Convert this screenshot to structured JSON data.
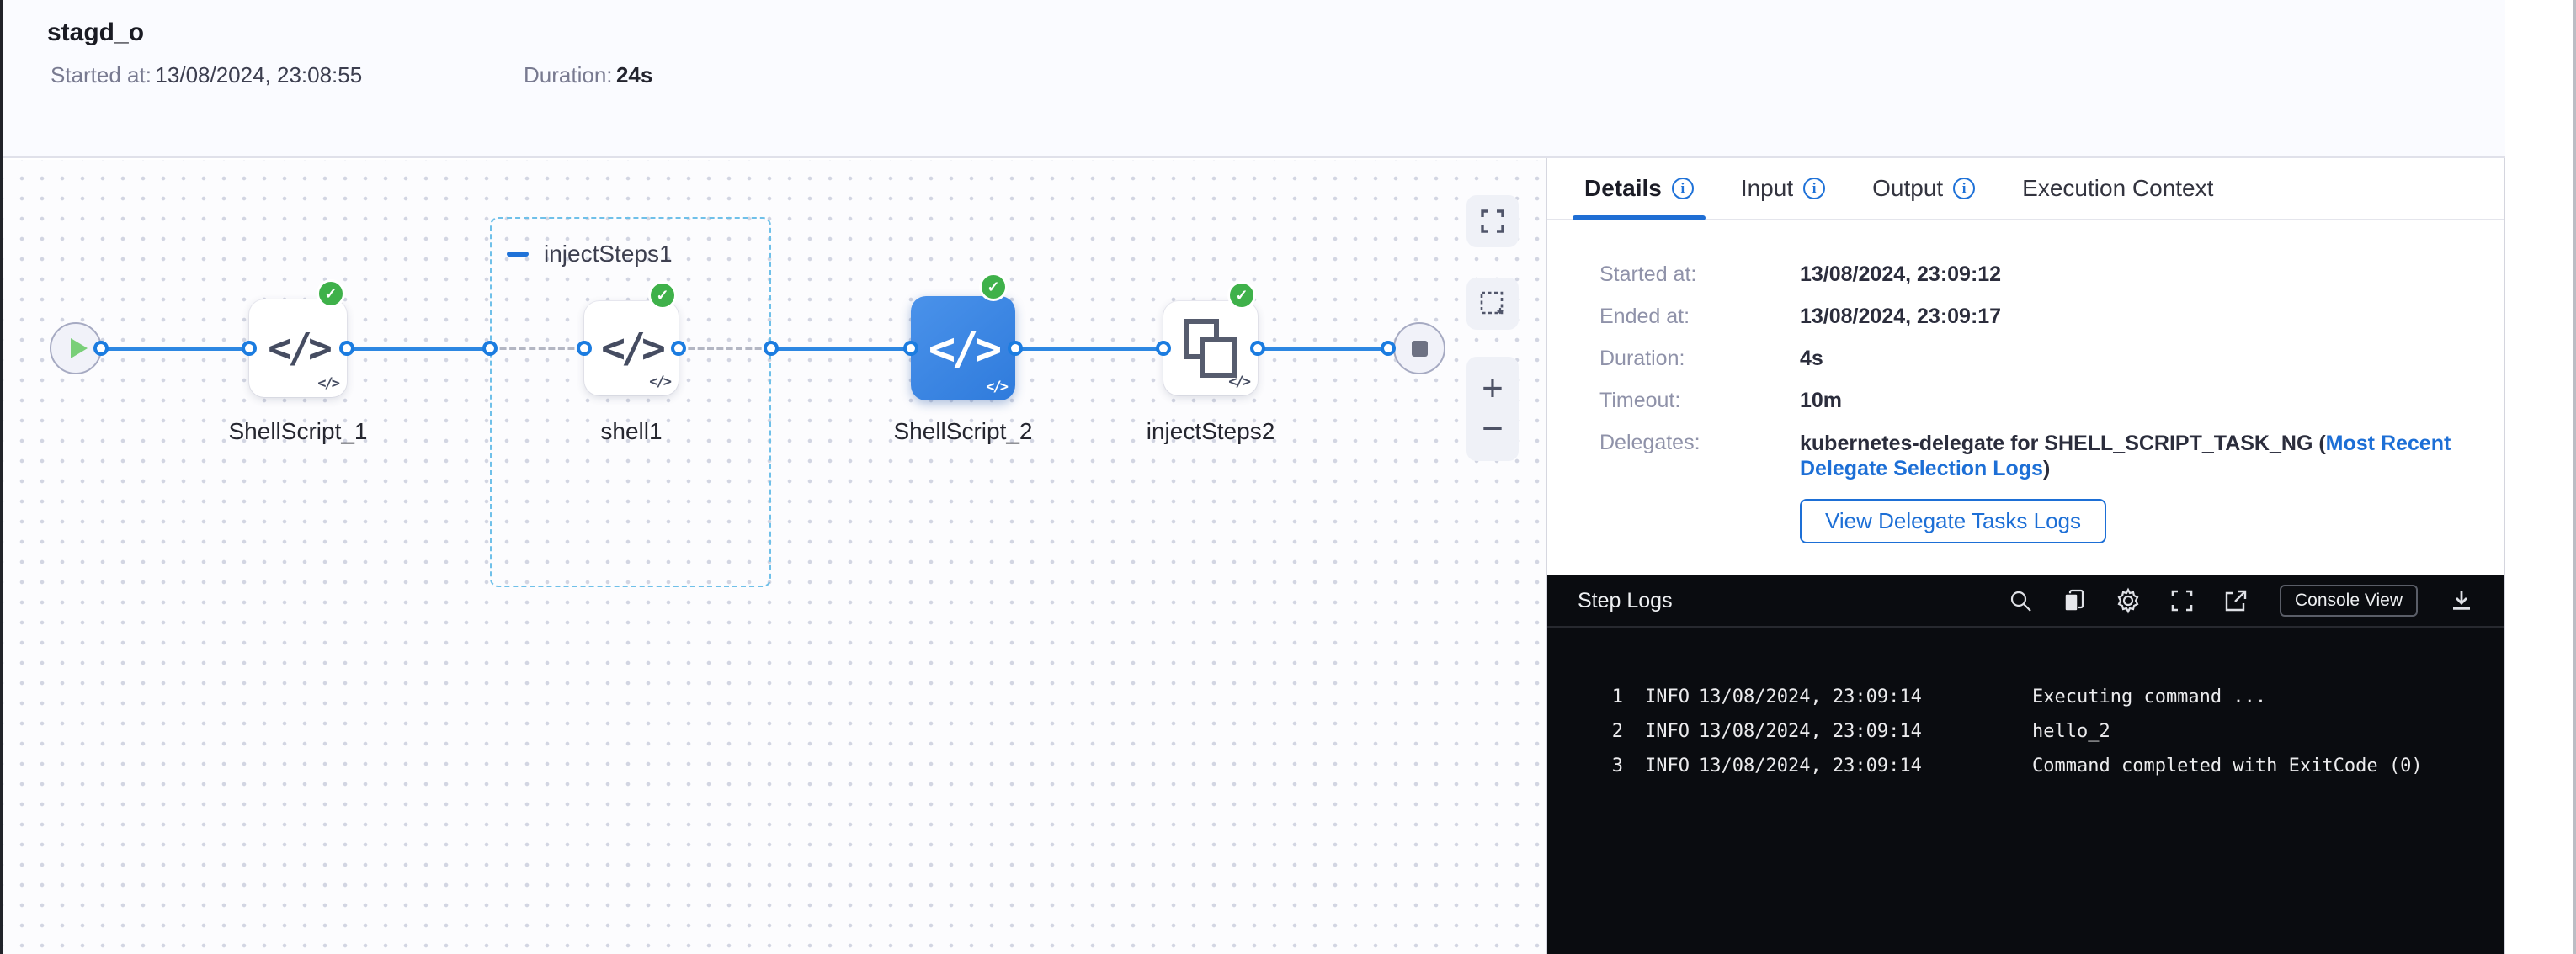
{
  "header": {
    "title": "stagd_o",
    "started_label": "Started at:",
    "started_value": "13/08/2024, 23:08:55",
    "duration_label": "Duration:",
    "duration_value": "24s"
  },
  "canvas": {
    "group_label": "injectSteps1",
    "nodes": {
      "step1_label": "ShellScript_1",
      "step2_label": "shell1",
      "step3_label": "ShellScript_2",
      "step4_label": "injectSteps2"
    },
    "icons": [
      "play-icon",
      "code-icon",
      "inject-steps-icon",
      "stop-icon",
      "fullscreen-icon",
      "marquee-select-icon",
      "zoom-in-icon",
      "zoom-out-icon"
    ]
  },
  "panel": {
    "tabs": [
      {
        "label": "Details"
      },
      {
        "label": "Input"
      },
      {
        "label": "Output"
      },
      {
        "label": "Execution Context"
      }
    ],
    "details": {
      "rows": [
        {
          "label": "Started at:",
          "value": "13/08/2024, 23:09:12"
        },
        {
          "label": "Ended at:",
          "value": "13/08/2024, 23:09:17"
        },
        {
          "label": "Duration:",
          "value": "4s"
        },
        {
          "label": "Timeout:",
          "value": "10m"
        }
      ],
      "delegates_label": "Delegates:",
      "delegates_text": "kubernetes-delegate for SHELL_SCRIPT_TASK_NG (",
      "delegates_link": "Most Recent Delegate Selection Logs",
      "delegates_text_end": ")",
      "view_logs_button": "View Delegate Tasks Logs"
    }
  },
  "logs": {
    "title": "Step Logs",
    "console_view_button": "Console View",
    "tool_icons": [
      "search-icon",
      "copy-icon",
      "settings-icon",
      "fullscreen-icon",
      "open-in-new-icon",
      "download-icon"
    ],
    "lines": [
      {
        "num": "1",
        "level": "INFO",
        "time": "13/08/2024, 23:09:14",
        "message": "Executing command ..."
      },
      {
        "num": "2",
        "level": "INFO",
        "time": "13/08/2024, 23:09:14",
        "message": "hello_2"
      },
      {
        "num": "3",
        "level": "INFO",
        "time": "13/08/2024, 23:09:14",
        "message": "Command completed with ExitCode (0)"
      }
    ]
  },
  "colors": {
    "accent_blue": "#1d6fd6",
    "success_green": "#3fb14a",
    "selected_node_blue": "#3580e2",
    "edge_blue": "#2d87e2",
    "log_background": "#0a0c10",
    "header_background": "#fafbff"
  }
}
